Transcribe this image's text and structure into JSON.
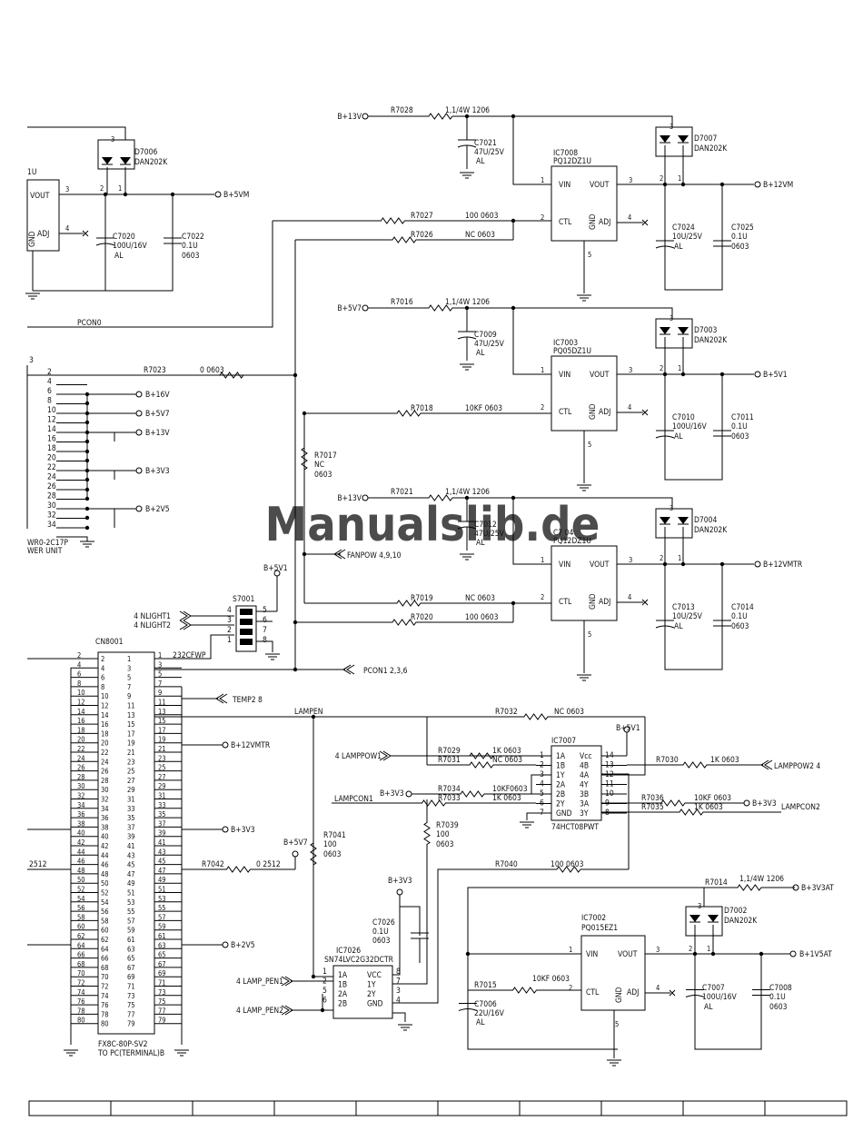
{
  "watermark": "Manualslib.de",
  "regulators": [
    {
      "ref": "IC7008",
      "part": "PQ12DZ1U",
      "diode": "D7007",
      "diode_part": "DAN202K",
      "out": "B+12VM",
      "in_net": "B+13V",
      "rin": {
        "ref": "R7028",
        "val": "1,1/4W   1206"
      },
      "cin": {
        "ref": "C7021",
        "val": "47U/25V",
        "t": "AL"
      },
      "rctl": [
        {
          "ref": "R7027",
          "val": "100  0603"
        },
        {
          "ref": "R7026",
          "val": "NC   0603"
        }
      ],
      "co1": {
        "ref": "C7024",
        "val": "10U/25V",
        "t": "AL"
      },
      "co2": {
        "ref": "C7025",
        "val": "0.1U",
        "t": "0603"
      }
    },
    {
      "ref": "IC7003",
      "part": "PQ05DZ1U",
      "diode": "D7003",
      "diode_part": "DAN202K",
      "out": "B+5V1",
      "in_net": "B+5V7",
      "rin": {
        "ref": "R7016",
        "val": "1,1/4W   1206"
      },
      "cin": {
        "ref": "C7009",
        "val": "47U/25V",
        "t": "AL"
      },
      "rctl": [
        {
          "ref": "R7018",
          "val": "10KF   0603"
        }
      ],
      "co1": {
        "ref": "C7010",
        "val": "100U/16V",
        "t": "AL"
      },
      "co2": {
        "ref": "C7011",
        "val": "0.1U",
        "t": "0603"
      }
    },
    {
      "ref": "C7 04",
      "part": "PQ12DZ1U",
      "diode": "D7004",
      "diode_part": "DAN202K",
      "out": "B+12VMTR",
      "in_net": "B+13V",
      "rin": {
        "ref": "R7021",
        "val": "1,1/4W   1206"
      },
      "cin": {
        "ref": "C7012",
        "val": "47U/25V",
        "t": "AL"
      },
      "rctl": [
        {
          "ref": "R7019",
          "val": "NC   0603"
        },
        {
          "ref": "R7020",
          "val": "100   0603"
        }
      ],
      "co1": {
        "ref": "C7013",
        "val": "10U/25V",
        "t": "AL"
      },
      "co2": {
        "ref": "C7014",
        "val": "0.1U",
        "t": "0603"
      }
    },
    {
      "ref": "IC7002",
      "part": "PQ015EZ1",
      "diode": "D7002",
      "diode_part": "DAN202K",
      "out": "B+1V5AT",
      "in_net": "B+3V3AT",
      "rin": {
        "ref": "R7014",
        "val": "1,1/4W  1206"
      },
      "cin": {
        "ref": "C7006",
        "val": "22U/16V",
        "t": "AL"
      },
      "rctl": [
        {
          "ref": "R7015",
          "val": "10KF  0603"
        }
      ],
      "co1": {
        "ref": "C7007",
        "val": "100U/16V",
        "t": "AL"
      },
      "co2": {
        "ref": "C7008",
        "val": "0.1U",
        "t": "0603"
      }
    }
  ],
  "topleft": {
    "diode": "D7006",
    "diode_part": "DAN202K",
    "out": "B+5VM",
    "c1": "C7020",
    "c1v": "100U/16V",
    "c1t": "AL",
    "c2": "C7022",
    "c2v": "0.1U",
    "c2t": "0603",
    "pcon": "PCON0",
    "ic_tail": "1U"
  },
  "powerconn": {
    "name": "WR0-2C17P",
    "sub": "WER UNIT",
    "nets": [
      "B+16V",
      "B+5V7",
      "B+13V",
      "B+3V3",
      "B+2V5"
    ],
    "r7023": "R7023",
    "r7023v": "0   0603"
  },
  "mid": {
    "r7017": "R7017",
    "r7017a": "NC",
    "r7017b": "0603",
    "fanpow": "FANPOW  4,9,10",
    "nlight1": "4  NLIGHT1",
    "nlight2": "4  NLIGHT2",
    "s7001": "S7001",
    "b5v1": "B+5V1",
    "pcon1": "PCON1  2,3,6"
  },
  "cn8001": {
    "ref": "CN8001",
    "part": "FX8C-80P-SV2",
    "sub": "TO PC(TERMINAL)B",
    "pin1": "232CFWP",
    "temp2": "TEMP2  8",
    "b12vmtr": "B+12VMTR",
    "b3v3": "B+3V3",
    "b2v5": "B+2V5",
    "r7042": "R7042",
    "r7042v": "0  2512",
    "left2512": "2512",
    "lampen": "LAMPEN"
  },
  "ic7007": {
    "ref": "IC7007",
    "part": "74HCT08PWT",
    "b5v1": "B+5V1",
    "lamppow1": "4  LAMPPOW1",
    "lamppow2": "LAMPPOW2  4",
    "lampcon1": "LAMPCON1",
    "lampcon2": "LAMPCON2",
    "b3v3a": "B+3V3",
    "b3v3b": "B+3V3",
    "r7029": "R7029",
    "r7029v": "1K   0603",
    "r7031": "R7031",
    "r7031v": "NC   0603",
    "r7034": "R7034",
    "r7034v": "10KF0603",
    "r7033": "R7033",
    "r7033v": "1K   0603",
    "r7030": "R7030",
    "r7030v": "1K   0603",
    "r7036": "R7036",
    "r7036v": "10KF   0603",
    "r7035": "R7035",
    "r7035v": "1K   0603",
    "r7032": "R7032",
    "r7032v": "NC   0603",
    "pins_l": [
      "1A",
      "1B",
      "1Y",
      "2A",
      "2B",
      "2Y",
      "GND"
    ],
    "pins_r": [
      "Vcc",
      "4B",
      "4A",
      "4Y",
      "3B",
      "3A",
      "3Y"
    ]
  },
  "ic7026": {
    "ref": "IC7026",
    "part": "SN74LVC2G32DCTR",
    "lp1": "4  LAMP_PEN1",
    "lp2": "4  LAMP_PEN2",
    "b5v7": "B+5V7",
    "b3v3": "B+3V3",
    "r7041": "R7041",
    "r7041a": "100",
    "r7041b": "0603",
    "r7039": "R7039",
    "r7039a": "100",
    "r7039b": "0603",
    "r7040": "R7040",
    "r7040v": "100  0603",
    "c7026": "C7026",
    "c7026a": "0.1U",
    "c7026b": "0603",
    "pins_l": [
      "1A",
      "1B",
      "2A",
      "2B"
    ],
    "pins_r": [
      "VCC",
      "1Y",
      "2Y",
      "GND"
    ]
  }
}
